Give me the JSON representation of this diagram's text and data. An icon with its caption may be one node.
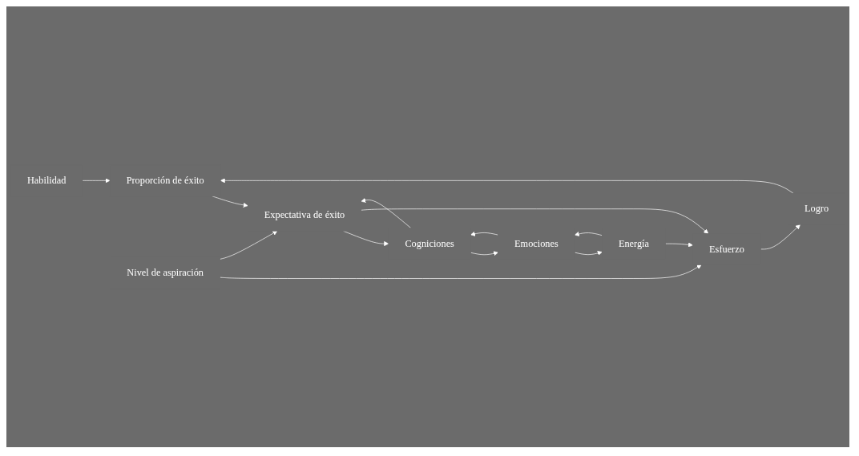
{
  "diagram": {
    "nodes": [
      {
        "text": [
          "Habilidad"
        ]
      },
      {
        "text": [
          "Logro"
        ]
      },
      {
        "text": [
          "Proporción de éxito"
        ]
      },
      {
        "text": [
          "Cogniciones"
        ]
      },
      {
        "text": [
          "Esfuerzo"
        ]
      },
      {
        "text": [
          "Expectativa de éxito"
        ]
      },
      {
        "text": [
          "Emociones"
        ]
      },
      {
        "text": [
          "Nivel de aspiración"
        ]
      },
      {
        "text": [
          "Energía"
        ]
      }
    ],
    "edges": [
      {
        "from": 0,
        "to": 2,
        "arrow": "to"
      },
      {
        "from": 1,
        "to": 2,
        "arrow": "to"
      },
      {
        "from": 2,
        "to": 5,
        "arrow": "to"
      },
      {
        "from": 5,
        "to": 3,
        "arrow": "to"
      },
      {
        "from": 3,
        "to": 5,
        "arrow": "to"
      },
      {
        "from": 3,
        "to": 6,
        "arrow": "to"
      },
      {
        "from": 6,
        "to": 3,
        "arrow": "to"
      },
      {
        "from": 4,
        "to": 1,
        "arrow": "to"
      },
      {
        "from": 5,
        "to": 4,
        "arrow": "to"
      },
      {
        "from": 7,
        "to": 4,
        "arrow": "to"
      },
      {
        "from": 7,
        "to": 5,
        "arrow": "to"
      },
      {
        "from": 6,
        "to": 8,
        "arrow": "to"
      },
      {
        "from": 8,
        "to": 6,
        "arrow": "to"
      },
      {
        "from": 8,
        "to": 4,
        "arrow": "to"
      }
    ]
  }
}
